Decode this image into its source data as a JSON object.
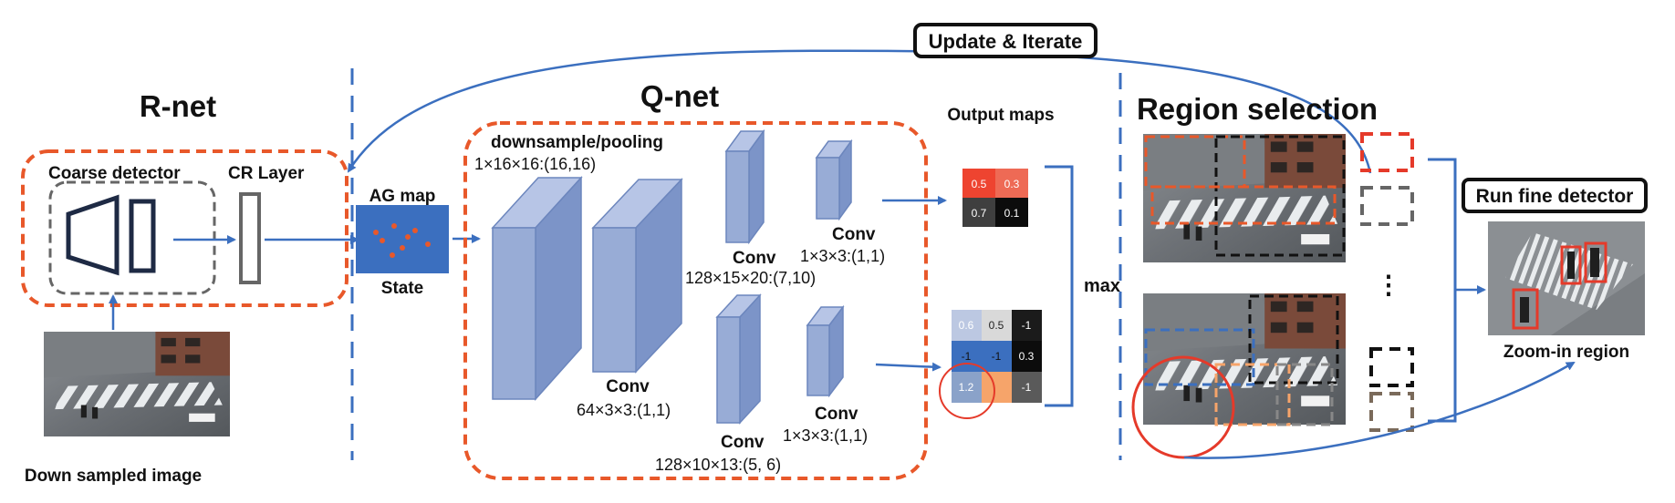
{
  "update_label": "Update & Iterate",
  "rnet": {
    "title": "R-net",
    "coarse_detector": "Coarse detector",
    "cr_layer": "CR Layer",
    "input_caption": "Down sampled image"
  },
  "state": {
    "ag_map": "AG map",
    "label": "State"
  },
  "qnet": {
    "title": "Q-net",
    "downsample": "downsample/pooling",
    "downsample_dims": "1×16×16:(16,16)",
    "conv_label": "Conv",
    "conv1_dims": "64×3×3:(1,1)",
    "conv_top_dims": "128×15×20:(7,10)",
    "conv_top_out_dims": "1×3×3:(1,1)",
    "conv_bot_dims": "128×10×13:(5, 6)",
    "conv_bot_out_dims": "1×3×3:(1,1)"
  },
  "output": {
    "title": "Output maps",
    "top_grid": [
      "0.5",
      "0.3",
      "0.7",
      "0.1"
    ],
    "bottom_grid": [
      "0.6",
      "0.5",
      "-1",
      "-1",
      "-1",
      "0.3",
      "1.2",
      "",
      "-1"
    ],
    "max_label": "max"
  },
  "region": {
    "title": "Region selection",
    "ellipsis": "⋮"
  },
  "fine": {
    "title": "Run fine detector",
    "zoom_caption": "Zoom-in region"
  },
  "colors": {
    "orange_dash": "#e8582a",
    "blue": "#3b6fbf",
    "box_fill": "#98acd6",
    "red": "#e53a2a"
  }
}
